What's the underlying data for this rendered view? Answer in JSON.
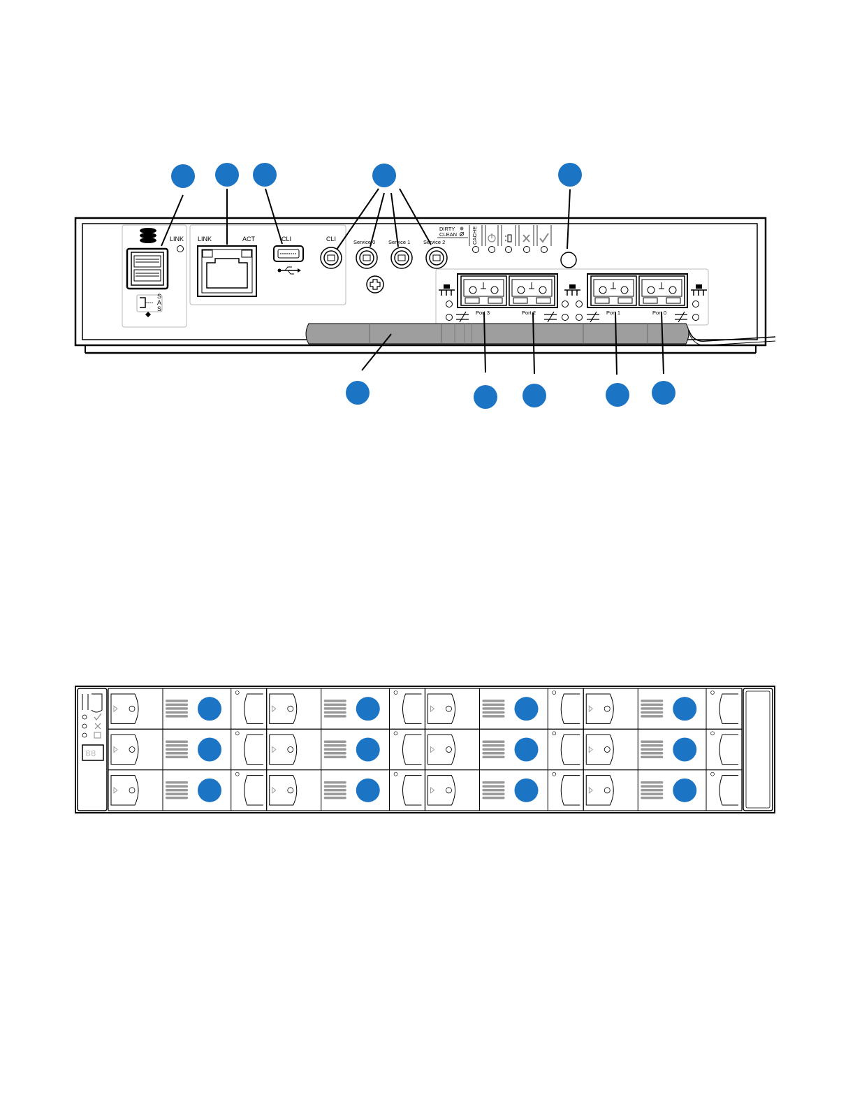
{
  "colors": {
    "callout": "#1b74c4",
    "line": "#000000",
    "handle": "#9e9e9e",
    "panel": "#ffffff"
  },
  "controller": {
    "sas_port": {
      "link_label": "LINK",
      "sas_letters": [
        "S",
        "A",
        "S"
      ],
      "icon": "stacked-disks-icon"
    },
    "ethernet_port": {
      "link_label": "LINK",
      "act_label": "ACT"
    },
    "usb_cli": {
      "label": "CLI",
      "icon": "usb-icon"
    },
    "cli_serial": {
      "label": "CLI"
    },
    "service_ports": [
      "Service 0",
      "Service 1",
      "Service 2"
    ],
    "cache_status": {
      "dirty_label": "DIRTY",
      "clean_label": "CLEAN",
      "cache_label": "CACHE"
    },
    "status_icons": [
      "power-icon",
      "identify-icon",
      "fault-icon",
      "ok-icon"
    ],
    "host_ports": [
      "Port 3",
      "Port 2",
      "Port 1",
      "Port 0"
    ]
  },
  "enclosure": {
    "rows": 3,
    "columns": 4,
    "ear_icons": [
      "check-icon",
      "fault-icon",
      "id-icon"
    ],
    "display": "88"
  }
}
